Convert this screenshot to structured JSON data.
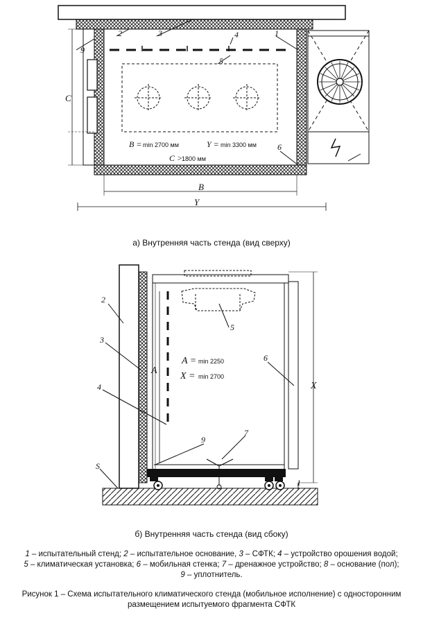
{
  "top_view": {
    "caption": "а) Внутренняя часть стенда (вид сверху)",
    "labels": {
      "n1": "1",
      "n2": "2",
      "n3": "3",
      "n4": "4",
      "n5": "5",
      "n6": "6",
      "n9": "9"
    },
    "dims": {
      "c_letter": "C",
      "b_letter": "B",
      "y_letter": "Y",
      "b_eq": "B =",
      "b_val": "min 2700 мм",
      "y_eq": "Y =",
      "y_val": "min 3300 мм",
      "c_eq": "C >",
      "c_val": "1800 мм"
    }
  },
  "side_view": {
    "caption": "б) Внутренняя часть стенда (вид сбоку)",
    "labels": {
      "n1": "1",
      "n2": "2",
      "n3": "3",
      "n4": "4",
      "n5": "5",
      "n6": "6",
      "n7": "7",
      "n9": "9",
      "s": "S"
    },
    "dims": {
      "a_letter": "A",
      "x_letter": "X",
      "a_eq": "A =",
      "a_val": "min 2250",
      "x_eq": "X =",
      "x_val": "min 2700"
    }
  },
  "legend": {
    "line1": {
      "n1": "1",
      "t1": " – испытательный стенд; ",
      "n2": "2",
      "t2": " – испытательное основание, ",
      "n3": "3",
      "t3": " – СФТК; ",
      "n4": "4",
      "t4": " – устройство орошения водой;"
    },
    "line2": {
      "n5": "5",
      "t5": " – климатическая установка; ",
      "n6": "6",
      "t6": " – мобильная стенка; ",
      "n7": "7",
      "t7": " – дренажное устройство; ",
      "n8": "8",
      "t8": " – основание (пол);"
    },
    "line3": {
      "n9": "9",
      "t9": " – уплотнитель."
    }
  },
  "figure_title": {
    "line1": "Рисунок 1 – Схема испытательного климатического стенда (мобильное исполнение) с односторонним",
    "line2": "размещением испытуемого фрагмента СФТК"
  }
}
